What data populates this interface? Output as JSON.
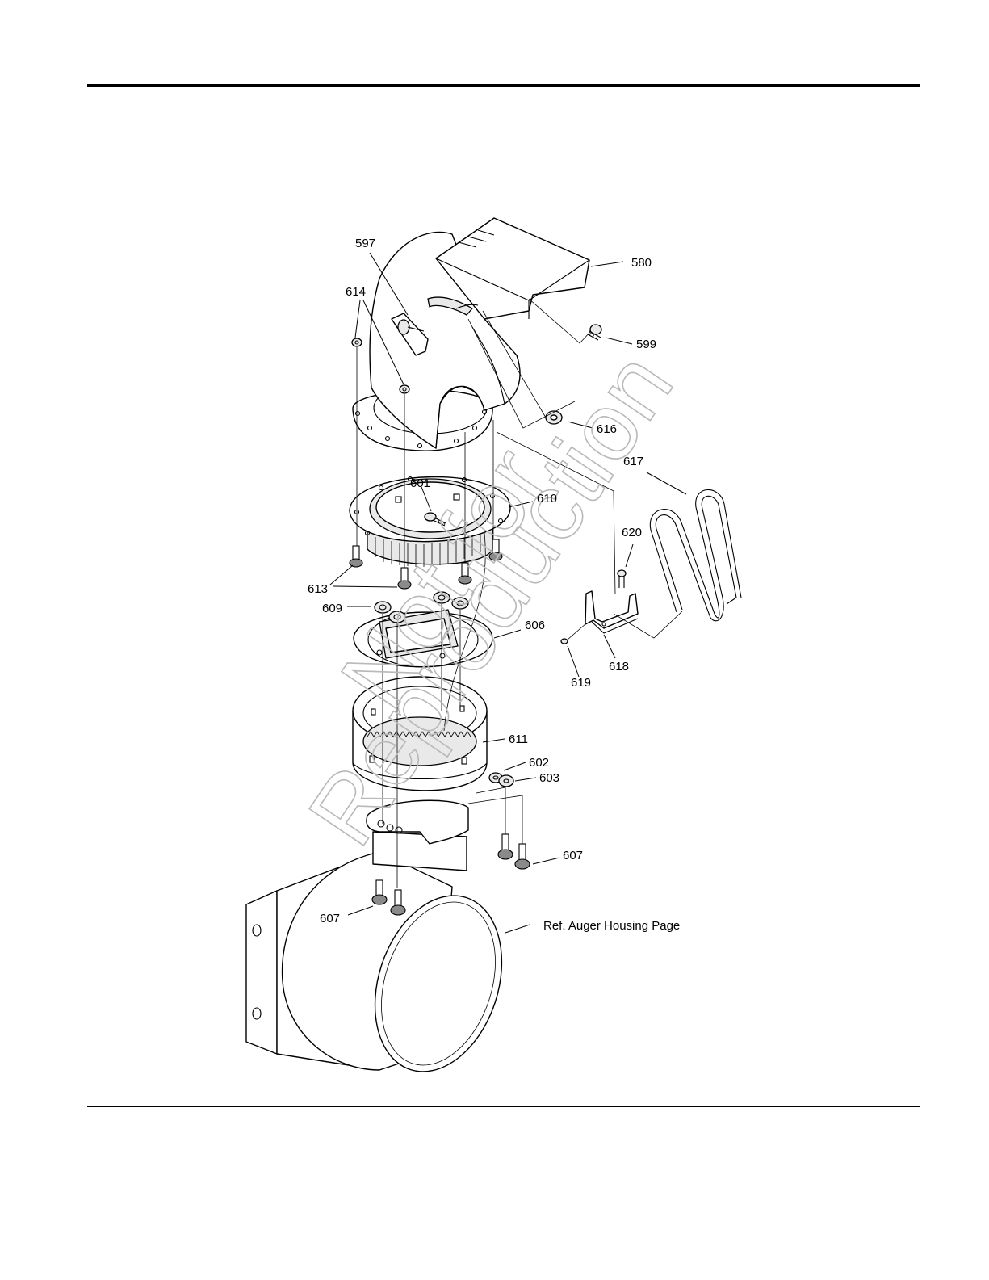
{
  "callouts": [
    {
      "id": "597",
      "text": "597"
    },
    {
      "id": "580",
      "text": "580"
    },
    {
      "id": "614",
      "text": "614"
    },
    {
      "id": "599",
      "text": "599"
    },
    {
      "id": "616",
      "text": "616"
    },
    {
      "id": "617",
      "text": "617"
    },
    {
      "id": "601",
      "text": "601"
    },
    {
      "id": "610",
      "text": "610"
    },
    {
      "id": "620",
      "text": "620"
    },
    {
      "id": "613",
      "text": "613"
    },
    {
      "id": "609",
      "text": "609"
    },
    {
      "id": "606",
      "text": "606"
    },
    {
      "id": "618",
      "text": "618"
    },
    {
      "id": "619",
      "text": "619"
    },
    {
      "id": "611",
      "text": "611"
    },
    {
      "id": "602",
      "text": "602"
    },
    {
      "id": "603",
      "text": "603"
    },
    {
      "id": "607a",
      "text": "607"
    },
    {
      "id": "607b",
      "text": "607"
    }
  ],
  "reference_label": "Ref. Auger Housing Page",
  "watermark": {
    "line1": "Not for",
    "line2": "Reproduction"
  }
}
